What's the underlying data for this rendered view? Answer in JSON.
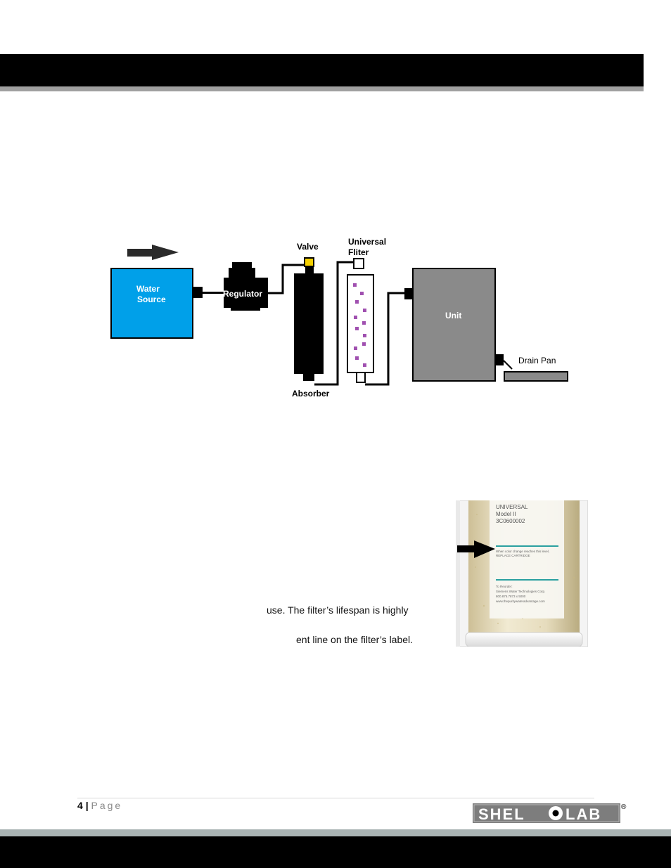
{
  "diagram": {
    "water_source_line1": "Water",
    "water_source_line2": "Source",
    "regulator": "Regulator",
    "valve": "Valve",
    "universal_line1": "Universal",
    "filter_line2": "Fliter",
    "absorber": "Absorber",
    "unit": "Unit",
    "drain_pan": "Drain Pan",
    "colors": {
      "water": "#00a0e9",
      "valve": "#f5d000",
      "unit": "#8a8a8a",
      "filter_beads": "#a050b0"
    }
  },
  "body_text": {
    "line1": "use. The filter’s lifespan is highly",
    "line2": "ent line on the filter’s label."
  },
  "photo_label": {
    "line0": "UNIVERSAL",
    "line1": "Model II",
    "line2": "3C0600002",
    "warning1": "When color change reaches this level,",
    "warning2": "REPLACE CARTRIDGE",
    "reorder1": "To Reorder:",
    "reorder2": "Siemens Water Technologies Corp.",
    "reorder3": "800.875.7873 x 5000",
    "reorder4": "www.thepuritywateradvantage.com"
  },
  "footer": {
    "page_number": "4",
    "separator": "|",
    "page_word": "Page",
    "logo_left": "SHEL",
    "logo_right": "LAB",
    "logo_mark": "®"
  }
}
